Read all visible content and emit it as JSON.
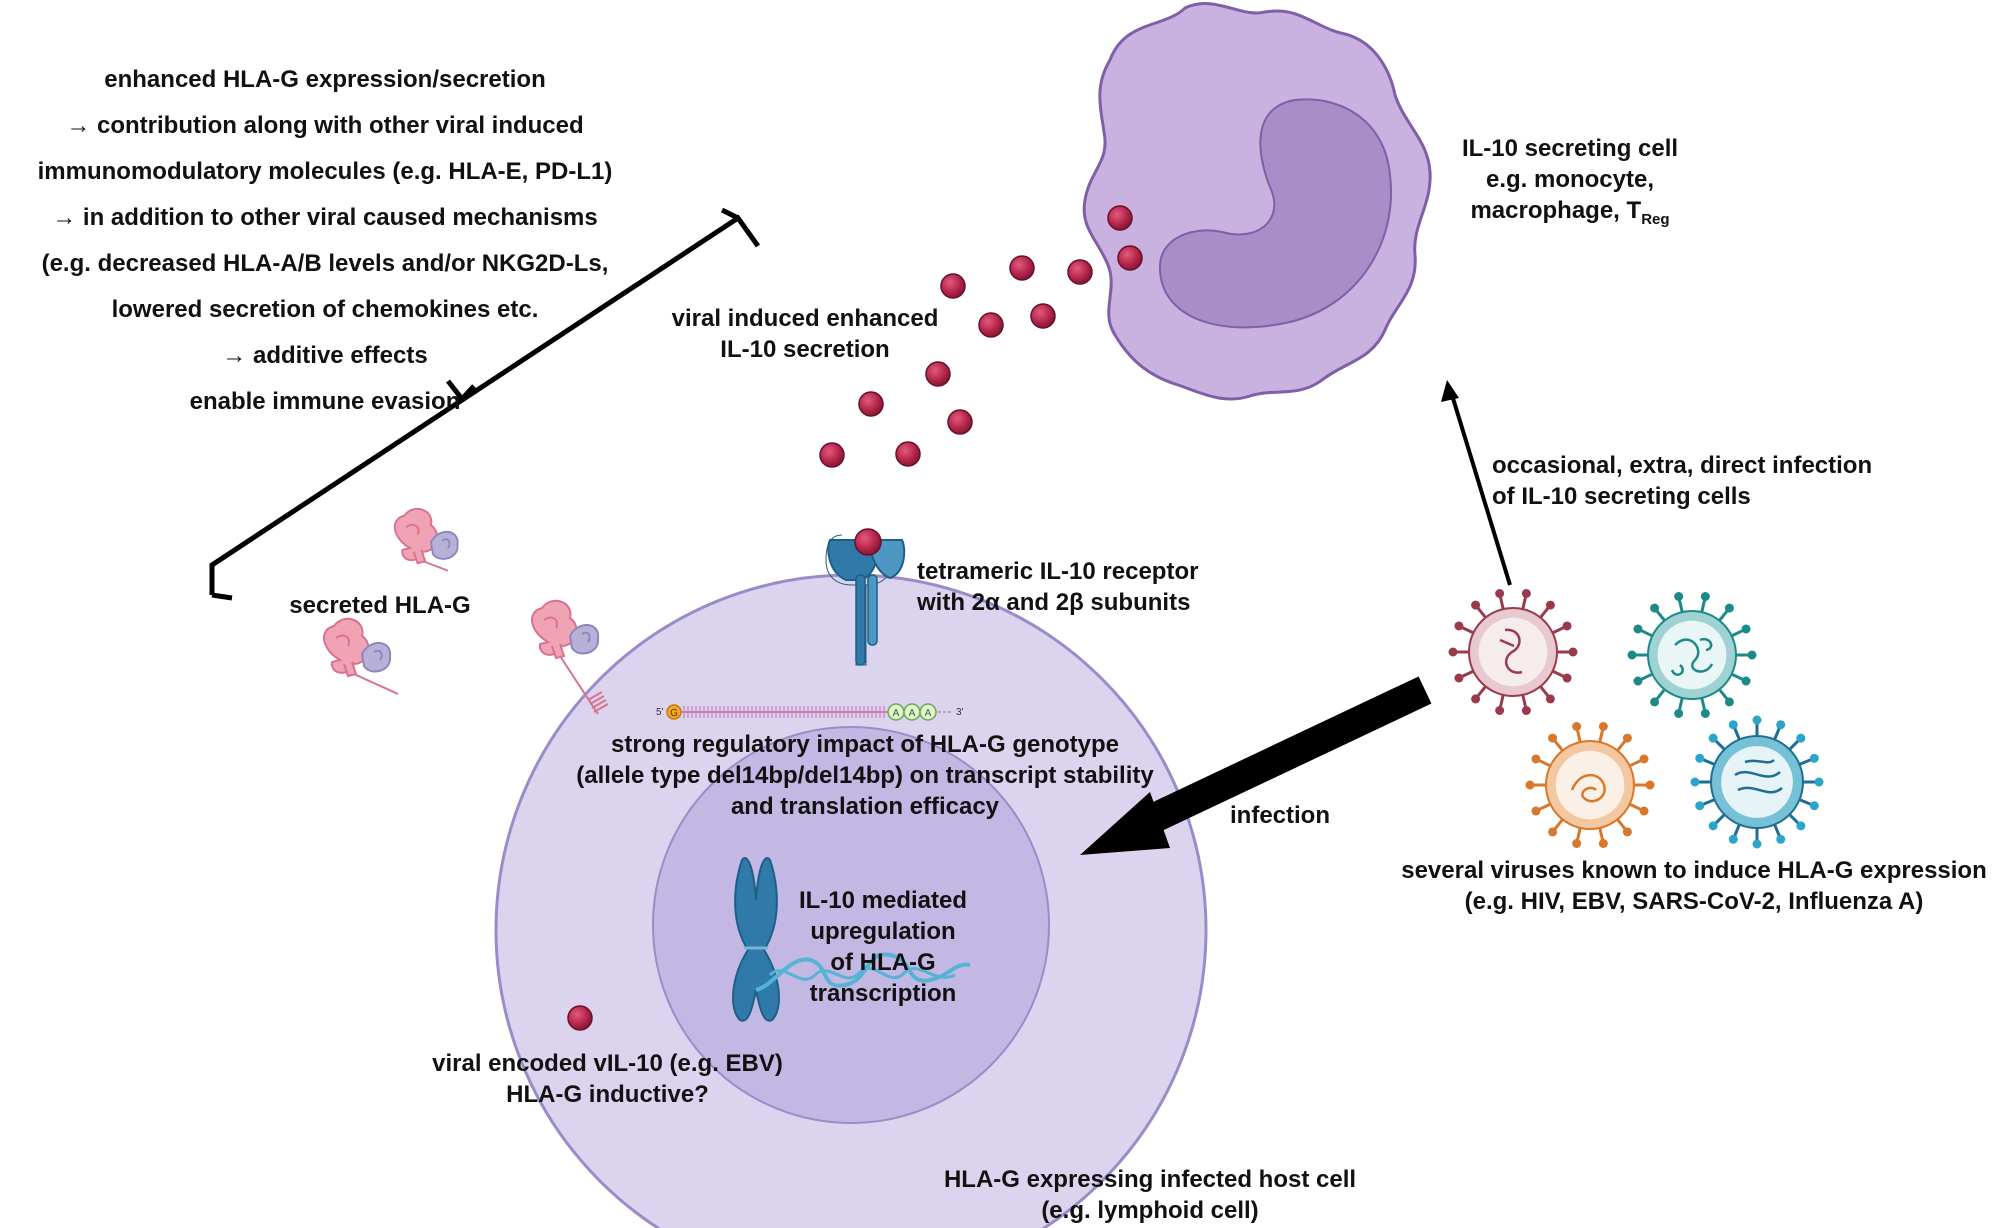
{
  "evasion": {
    "lines": [
      "enhanced HLA-G expression/secretion",
      "→ contribution along with other viral induced",
      "immunomodulatory molecules (e.g. HLA-E, PD-L1)",
      "→ in addition to other viral caused mechanisms",
      "(e.g. decreased HLA-A/B levels and/or NKG2D-Ls,",
      "lowered secretion of chemokines etc.",
      "→ additive effects",
      "enable immune evasion"
    ]
  },
  "il10_secretion": {
    "lines": [
      "viral induced enhanced",
      "IL-10 secretion"
    ]
  },
  "il10_cell": {
    "lines": [
      "IL-10 secreting cell",
      "e.g. monocyte,"
    ],
    "line3_prefix": "macrophage, T",
    "line3_sub": "Reg"
  },
  "direct_infection": {
    "lines": [
      "occasional, extra, direct infection",
      "of IL-10 secreting cells"
    ]
  },
  "receptor": {
    "lines": [
      "tetrameric IL-10 receptor",
      "with 2α and 2β subunits"
    ]
  },
  "secreted_hlag": "secreted HLA-G",
  "genotype": {
    "lines": [
      "strong regulatory impact of HLA-G genotype",
      "(allele type del14bp/del14bp) on transcript stability",
      "and translation efficacy"
    ]
  },
  "mrna": {
    "five_prime": "5'",
    "cap": "G",
    "polyA": [
      "A",
      "A",
      "A"
    ],
    "three_prime": "3'"
  },
  "infection": "infection",
  "viruses": {
    "lines": [
      "several viruses known to induce HLA-G expression",
      "(e.g. HIV, EBV, SARS-CoV-2, Influenza A)"
    ]
  },
  "nucleus_text": {
    "lines": [
      "IL-10 mediated",
      "upregulation",
      "of HLA-G",
      "transcription"
    ]
  },
  "vil10": {
    "lines": [
      "viral encoded vIL-10 (e.g. EBV)",
      "HLA-G inductive?"
    ]
  },
  "host_cell": {
    "lines": [
      "HLA-G expressing infected host cell",
      "(e.g. lymphoid cell)"
    ]
  },
  "colors": {
    "macrophage": "#c9b2e0",
    "macrophage_nucleus": "#a98cc8",
    "host_cell": "#dcd4ee",
    "host_nucleus": "#c3b8e3",
    "il10_particle": "#b3254a",
    "receptor": "#2f7aa8",
    "hlag_heavy": "#f0a3b5",
    "hlag_light": "#b7b1d8",
    "chromosome": "#2f7aa8"
  },
  "icons": [
    "il10-particle-icon",
    "hla-g-molecule-icon",
    "receptor-icon",
    "chromosome-icon",
    "virus-icon",
    "mrna-icon"
  ]
}
